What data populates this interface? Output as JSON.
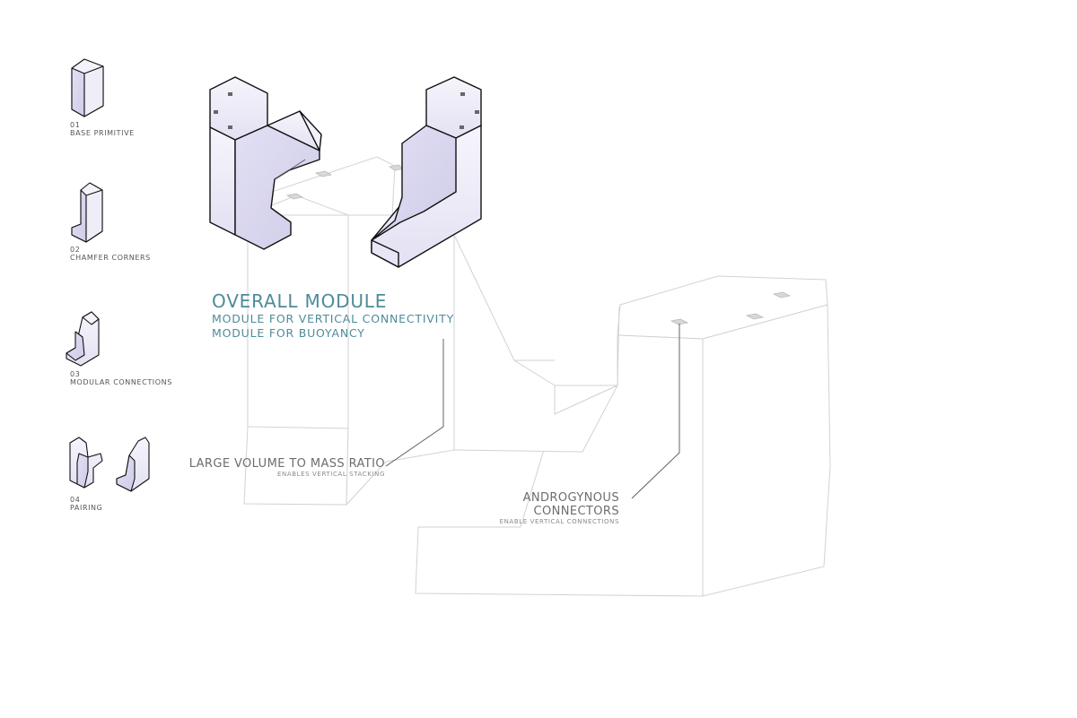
{
  "steps": [
    {
      "num": "01",
      "label": "BASE PRIMITIVE",
      "icon": "base-primitive-icon"
    },
    {
      "num": "02",
      "label": "CHAMFER CORNERS",
      "icon": "chamfer-corners-icon"
    },
    {
      "num": "03",
      "label": "MODULAR CONNECTIONS",
      "icon": "modular-connections-icon"
    },
    {
      "num": "04",
      "label": "PAIRING",
      "icon": "pairing-icon"
    }
  ],
  "overall": {
    "title": "OVERALL MODULE",
    "line1": "MODULE FOR VERTICAL CONNECTIVITY",
    "line2": "MODULE FOR BUOYANCY"
  },
  "callout_volume": {
    "title": "LARGE VOLUME TO MASS RATIO",
    "sub": "ENABLES VERTICAL STACKING"
  },
  "callout_connectors": {
    "title_line1": "ANDROGYNOUS",
    "title_line2": "CONNECTORS",
    "sub": "ENABLE VERTICAL CONNECTIONS"
  },
  "colors": {
    "module_face": "#f1f0f9",
    "module_shade": "#dcdaf0",
    "module_outline": "#111111",
    "ghost_line": "#d2d2d2",
    "accent_text": "#4e8b99",
    "label_text": "#6d6d6d"
  }
}
